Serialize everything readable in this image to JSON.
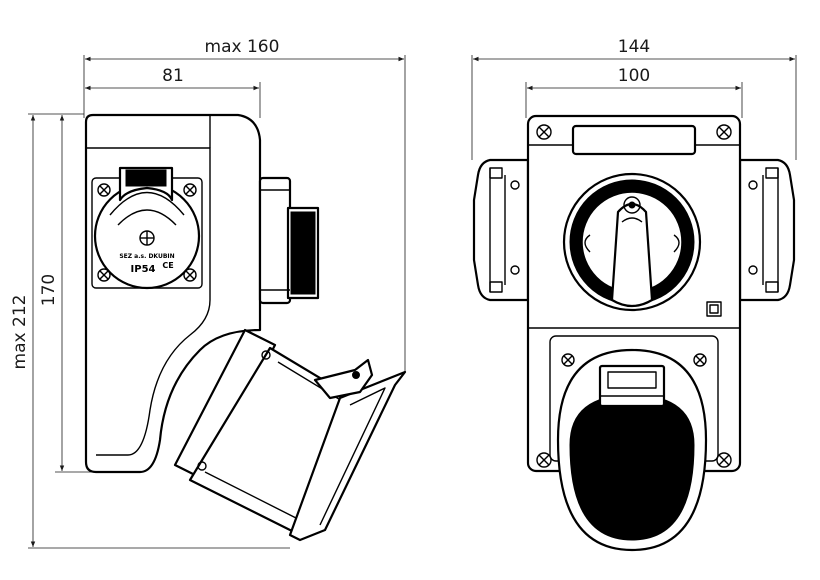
{
  "dimensions": {
    "side_width_max": "max 160",
    "side_inner_width": "81",
    "side_height_max": "max 212",
    "side_height": "170",
    "front_width": "144",
    "front_inner_width": "100"
  },
  "socket_label": {
    "maker": "SEZ a.s. DKUBIN",
    "rating": "IP54",
    "mark": "CE"
  }
}
